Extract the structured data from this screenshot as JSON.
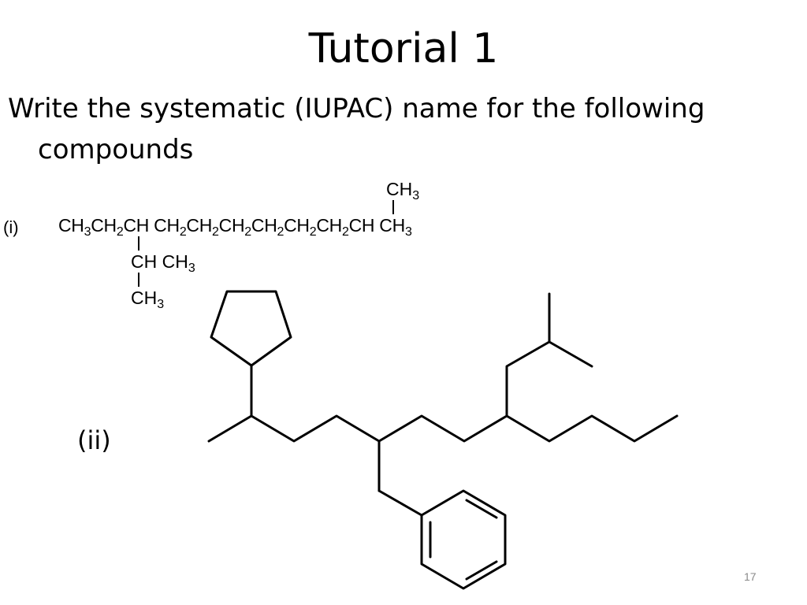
{
  "slide": {
    "title": "Tutorial 1",
    "instruction_line1": "Write the systematic (IUPAC) name for the following",
    "instruction_line2": "compounds",
    "page_number": "17"
  },
  "compound_i": {
    "label": "(i)",
    "main_chain": [
      "CH",
      "3",
      "CH",
      "2",
      "CH CH",
      "2",
      "CH",
      "2",
      "CH",
      "2",
      "CH",
      "2",
      "CH",
      "2",
      "CH",
      "2",
      "CH CH",
      "3"
    ],
    "top_branch": [
      "CH",
      "3"
    ],
    "lower_branch_1": [
      "CH CH",
      "3"
    ],
    "lower_branch_2": [
      "CH",
      "3"
    ]
  },
  "compound_ii": {
    "label": "(ii)"
  }
}
